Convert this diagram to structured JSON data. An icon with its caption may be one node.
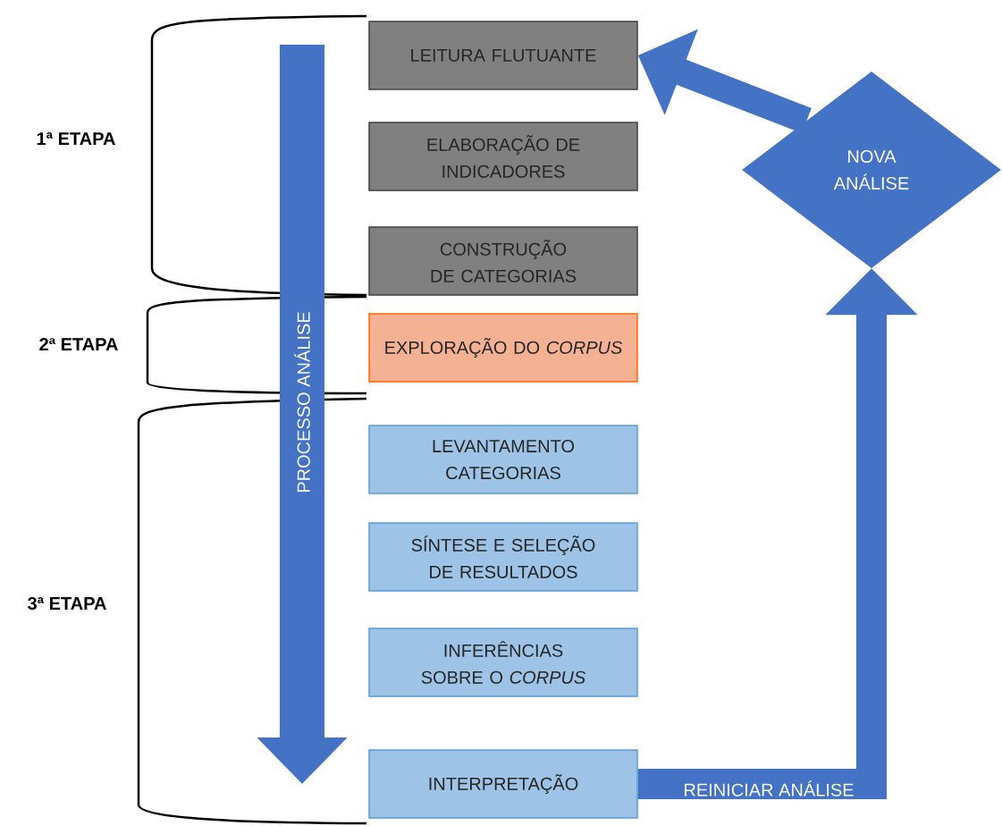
{
  "diagram": {
    "nodes": [
      {
        "text": [
          "LEITURA FLUTUANTE"
        ]
      },
      {
        "text": [
          "ELABORAÇÃO DE INDICADORES"
        ]
      },
      {
        "text": [
          "CONSTRUÇÃO DE CATEGORIAS"
        ]
      },
      {
        "text": [
          "EXPLORAÇÃO DO *CORPUS*"
        ]
      },
      {
        "text": [
          "LEVANTAMENTO CATEGORIAS"
        ]
      },
      {
        "text": [
          "SÍNTESE E SELEÇÃO DE RESULTADOS"
        ]
      },
      {
        "text": [
          "INFERÊNCIAS SOBRE O *CORPUS*"
        ]
      },
      {
        "text": [
          "INTERPRETAÇÃO"
        ]
      },
      {
        "text": [
          "NOVA ANÁLISE"
        ]
      }
    ],
    "edges": [
      {
        "from": 8,
        "to": 0,
        "arrow": "to"
      },
      {
        "from": 7,
        "to": 8,
        "arrow": "to",
        "label": "REINICIAR ANÁLISE"
      }
    ],
    "labels": [
      "1ª ETAPA",
      "2ª ETAPA",
      "PROCESSO ANÁLISE",
      "3ª ETAPA"
    ]
  }
}
